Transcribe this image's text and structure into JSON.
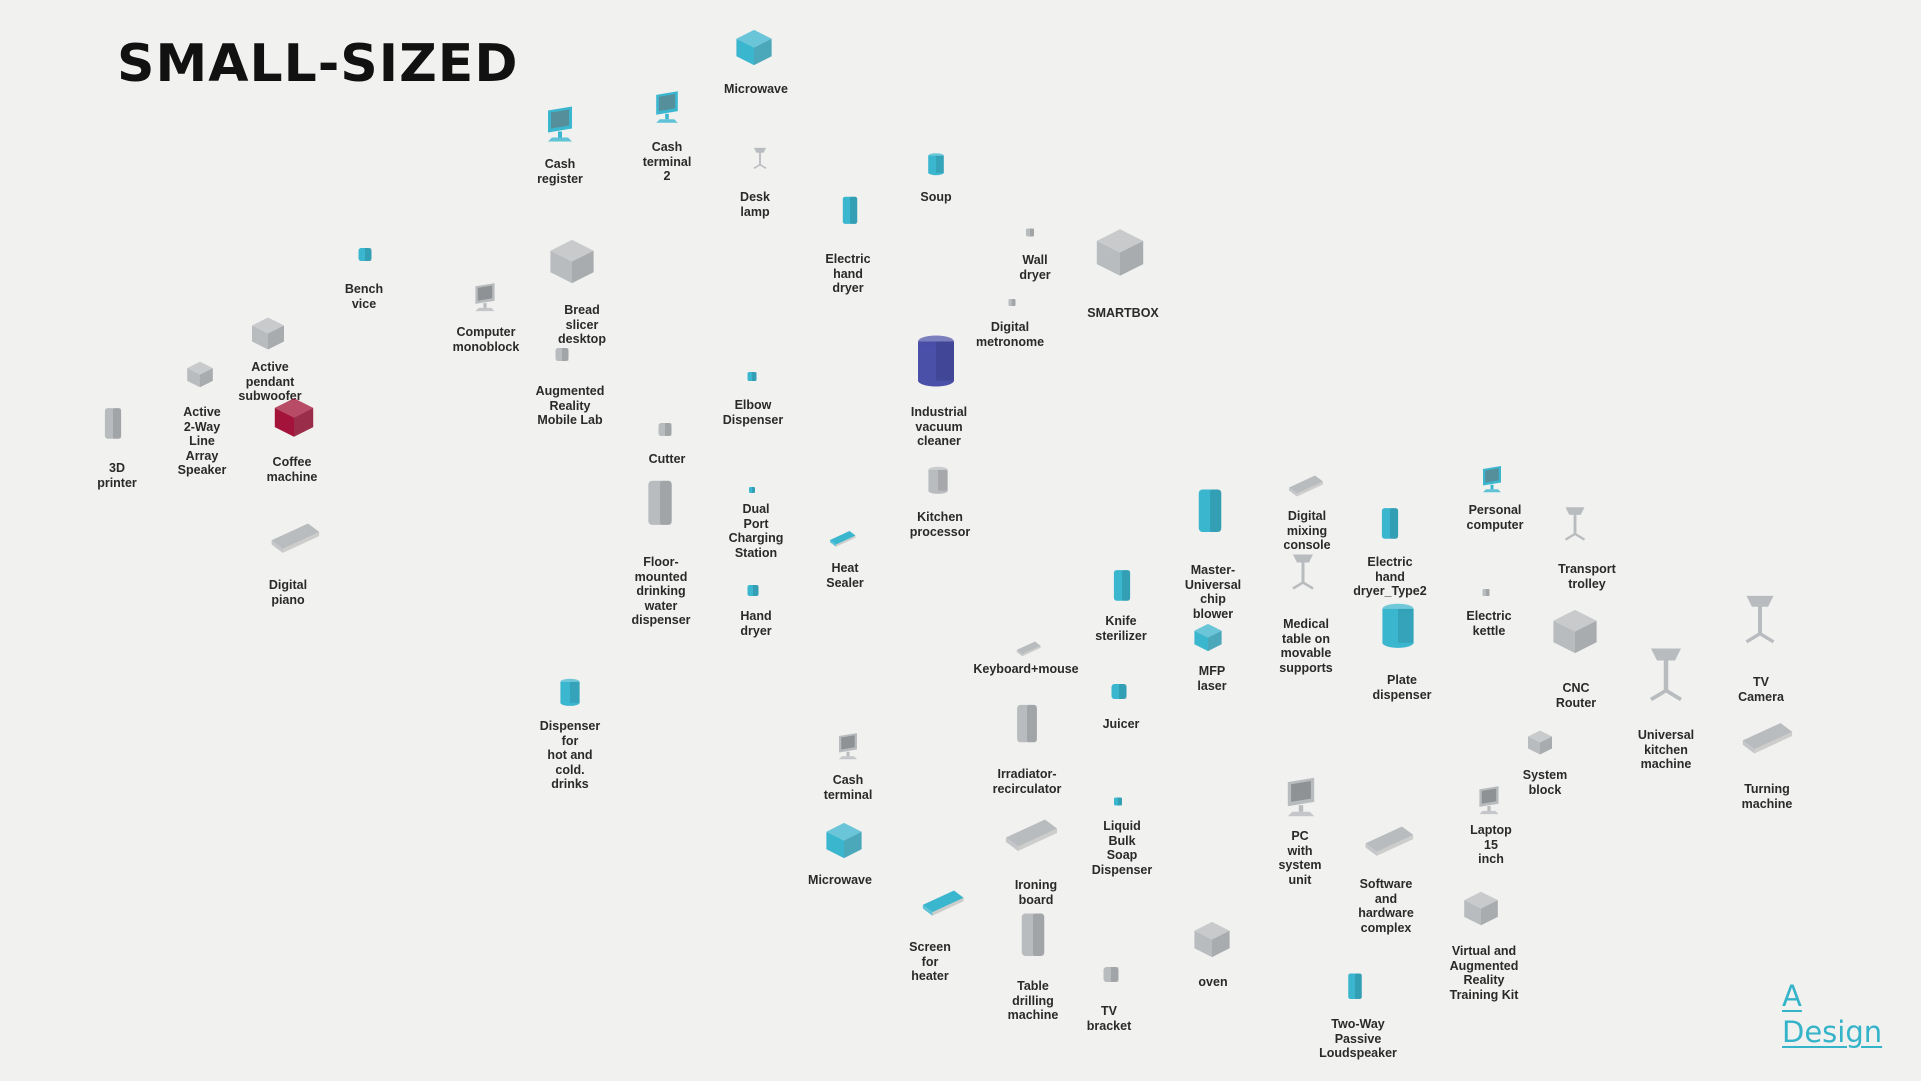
{
  "title": "SMALL-SIZED",
  "logo": {
    "line1": "A",
    "line2": "Design"
  },
  "colors": {
    "teal": "#3bb6cf",
    "grey": "#b9bcbf",
    "red": "#a4143a",
    "navy": "#4a4fa8"
  },
  "items": [
    {
      "label": "Microwave",
      "color": "teal",
      "shape": "box"
    },
    {
      "label": "Cash terminal 2",
      "color": "teal",
      "shape": "monitor"
    },
    {
      "label": "Cash register",
      "color": "teal",
      "shape": "monitor"
    },
    {
      "label": "Desk lamp",
      "color": "grey",
      "shape": "lamp"
    },
    {
      "label": "Soup",
      "color": "teal",
      "shape": "cyl"
    },
    {
      "label": "Electric hand dryer",
      "color": "teal",
      "shape": "tall"
    },
    {
      "label": "Wall dryer",
      "color": "grey",
      "shape": "small"
    },
    {
      "label": "SMARTBOX",
      "color": "grey",
      "shape": "box"
    },
    {
      "label": "Digital metronome",
      "color": "grey",
      "shape": "small"
    },
    {
      "label": "Bench vice",
      "color": "teal",
      "shape": "small"
    },
    {
      "label": "Computer\nmonoblock",
      "color": "grey",
      "shape": "monitor"
    },
    {
      "label": "Bread slicer\ndesktop",
      "color": "grey",
      "shape": "box"
    },
    {
      "label": "Active pendant\nsubwoofer",
      "color": "grey",
      "shape": "box"
    },
    {
      "label": "Active 2-Way Line\nArray Speaker",
      "color": "grey",
      "shape": "box"
    },
    {
      "label": "3D printer",
      "color": "grey",
      "shape": "tall"
    },
    {
      "label": "Coffee machine",
      "color": "red",
      "shape": "box"
    },
    {
      "label": "Augmented Reality\nMobile Lab",
      "color": "grey",
      "shape": "small"
    },
    {
      "label": "Elbow Dispenser",
      "color": "teal",
      "shape": "small"
    },
    {
      "label": "Industrial vacuum cleaner",
      "color": "navy",
      "shape": "cyl"
    },
    {
      "label": "Cutter",
      "color": "grey",
      "shape": "small"
    },
    {
      "label": "Dual Port\nCharging Station",
      "color": "teal",
      "shape": "small"
    },
    {
      "label": "Kitchen processor",
      "color": "grey",
      "shape": "cyl"
    },
    {
      "label": "Floor-mounted drinking\nwater dispenser",
      "color": "grey",
      "shape": "tall"
    },
    {
      "label": "Heat Sealer",
      "color": "teal",
      "shape": "flat"
    },
    {
      "label": "Hand dryer",
      "color": "teal",
      "shape": "small"
    },
    {
      "label": "Digital piano",
      "color": "grey",
      "shape": "flat"
    },
    {
      "label": "Master-Universal\nchip blower",
      "color": "teal",
      "shape": "tall"
    },
    {
      "label": "Digital mixing\nconsole",
      "color": "grey",
      "shape": "flat"
    },
    {
      "label": "Electric hand\ndryer_Type2",
      "color": "teal",
      "shape": "tall"
    },
    {
      "label": "Personal\ncomputer",
      "color": "teal",
      "shape": "monitor"
    },
    {
      "label": "Transport trolley",
      "color": "grey",
      "shape": "lamp"
    },
    {
      "label": "Knife sterilizer",
      "color": "teal",
      "shape": "tall"
    },
    {
      "label": "Medical table on\nmovable supports",
      "color": "grey",
      "shape": "lamp"
    },
    {
      "label": "Electric\nkettle",
      "color": "grey",
      "shape": "small"
    },
    {
      "label": "MFP laser",
      "color": "teal",
      "shape": "box"
    },
    {
      "label": "Plate dispenser",
      "color": "teal",
      "shape": "cyl"
    },
    {
      "label": "Keyboard+mouse",
      "color": "grey",
      "shape": "flat"
    },
    {
      "label": "CNC Router",
      "color": "grey",
      "shape": "box"
    },
    {
      "label": "TV Camera",
      "color": "grey",
      "shape": "lamp"
    },
    {
      "label": "Dispenser for\nhot and cold. drinks",
      "color": "teal",
      "shape": "cyl"
    },
    {
      "label": "Juicer",
      "color": "teal",
      "shape": "small"
    },
    {
      "label": "Universal kitchen\nmachine",
      "color": "grey",
      "shape": "lamp"
    },
    {
      "label": "Cash terminal",
      "color": "grey",
      "shape": "monitor"
    },
    {
      "label": "Irradiator-recirculator",
      "color": "grey",
      "shape": "tall"
    },
    {
      "label": "System block",
      "color": "grey",
      "shape": "box"
    },
    {
      "label": "Turning machine",
      "color": "grey",
      "shape": "flat"
    },
    {
      "label": "Liquid Bulk\nSoap Dispenser",
      "color": "teal",
      "shape": "small"
    },
    {
      "label": "PC with\nsystem unit",
      "color": "grey",
      "shape": "monitor"
    },
    {
      "label": "Laptop 15 inch",
      "color": "grey",
      "shape": "monitor"
    },
    {
      "label": "Microwave",
      "color": "teal",
      "shape": "box"
    },
    {
      "label": "Ironing board",
      "color": "grey",
      "shape": "flat"
    },
    {
      "label": "Software and\nhardware complex",
      "color": "grey",
      "shape": "flat"
    },
    {
      "label": "Screen for heater",
      "color": "teal",
      "shape": "flat"
    },
    {
      "label": "Virtual and Augmented\nReality Training Kit",
      "color": "grey",
      "shape": "box"
    },
    {
      "label": "Table drilling\nmachine",
      "color": "grey",
      "shape": "tall"
    },
    {
      "label": "oven",
      "color": "grey",
      "shape": "box"
    },
    {
      "label": "TV bracket",
      "color": "grey",
      "shape": "small"
    },
    {
      "label": "Two-Way Passive\nLoudspeaker",
      "color": "teal",
      "shape": "tall"
    }
  ]
}
